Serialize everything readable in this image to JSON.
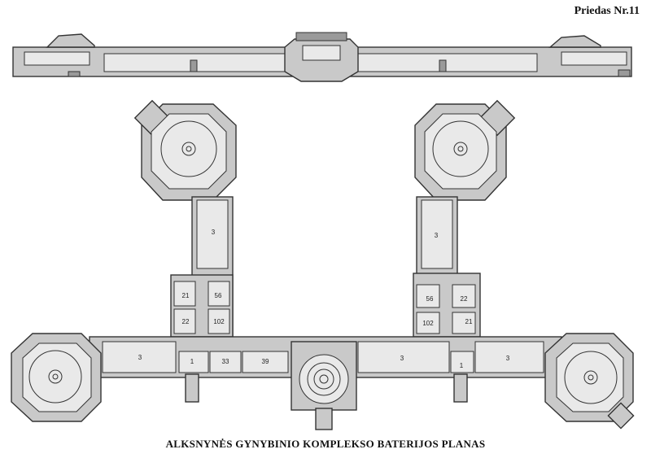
{
  "annex_label": "Priedas Nr.11",
  "plan_title": "ALKSNYNĖS GYNYBINIO KOMPLEKSO BATERIJOS PLANAS",
  "room_labels": {
    "left_corridor": "3",
    "right_corridor": "3",
    "left_room_21": "21",
    "left_room_56": "56",
    "left_room_22": "22",
    "left_room_102": "102",
    "right_room_56": "56",
    "right_room_22": "22",
    "right_room_102": "102",
    "right_room_21": "21",
    "bottom_left_hall": "3",
    "bottom_room_1": "1",
    "bottom_room_33": "33",
    "bottom_room_39": "39",
    "bottom_center_hall": "3",
    "bottom_room_1b": "1",
    "bottom_right_hall": "3"
  }
}
